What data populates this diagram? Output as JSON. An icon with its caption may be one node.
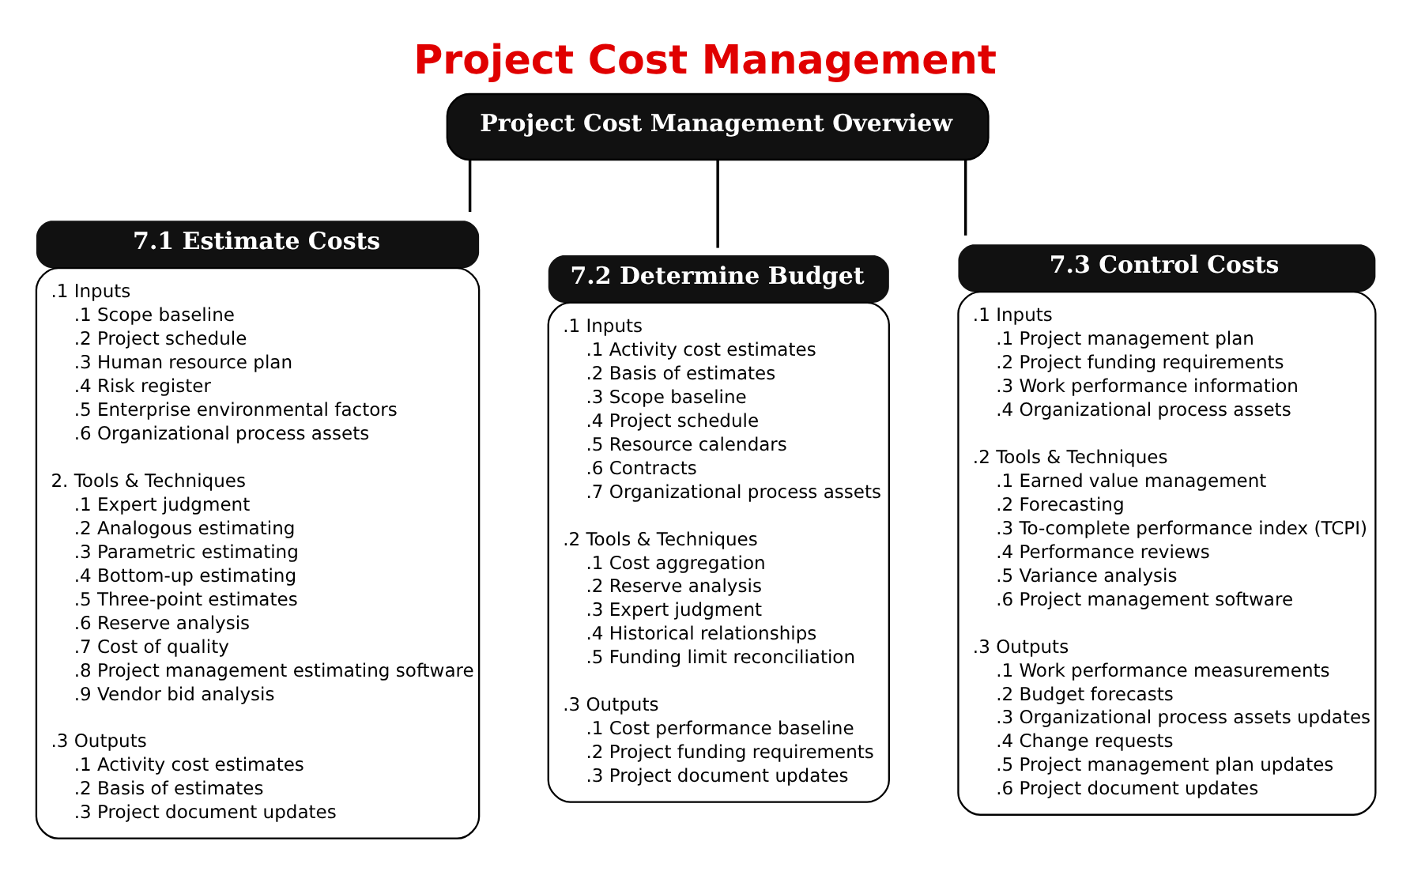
{
  "diagram": {
    "title": "Project Cost Management",
    "nodes": [
      {
        "text": [
          "Project Cost Management Overview"
        ]
      },
      {
        "text": [
          "7.1 Estimate Costs",
          ".1 Inputs",
          ".1 Scope baseline",
          ".2 Project schedule",
          ".3 Human resource plan",
          ".4 Risk register",
          ".5 Enterprise environmental factors",
          ".6 Organizational process assets",
          "2. Tools & Techniques",
          ".1 Expert judgment",
          ".2 Analogous estimating",
          ".3 Parametric estimating",
          ".4 Bottom-up estimating",
          ".5 Three-point estimates",
          ".6 Reserve analysis",
          ".7 Cost of quality",
          ".8 Project management estimating software",
          ".9 Vendor bid analysis",
          ".3 Outputs",
          ".1 Activity cost estimates",
          ".2 Basis of estimates",
          ".3 Project document updates"
        ]
      },
      {
        "text": [
          "7.2 Determine Budget",
          ".1 Inputs",
          ".1 Activity cost estimates",
          ".2 Basis of estimates",
          ".3 Scope baseline",
          ".4 Project schedule",
          ".5 Resource calendars",
          ".6 Contracts",
          ".7 Organizational process assets",
          ".2 Tools & Techniques",
          ".1 Cost aggregation",
          ".2 Reserve analysis",
          ".3 Expert judgment",
          ".4 Historical relationships",
          ".5 Funding limit reconciliation",
          ".3 Outputs",
          ".1 Cost performance baseline",
          ".2 Project funding requirements",
          ".3 Project document updates"
        ]
      },
      {
        "text": [
          "7.3 Control Costs",
          ".1 Inputs",
          ".1 Project management plan",
          ".2 Project funding requirements",
          ".3 Work performance information",
          ".4 Organizational process assets",
          ".2 Tools & Techniques",
          ".1 Earned value management",
          ".2 Forecasting",
          ".3 To-complete performance index (TCPI)",
          ".4 Performance reviews",
          ".5 Variance analysis",
          ".6 Project management software",
          ".3 Outputs",
          ".1 Work performance measurements",
          ".2 Budget forecasts",
          ".3 Organizational process assets updates",
          ".4 Change requests",
          ".5 Project management plan updates",
          ".6 Project document updates"
        ]
      }
    ],
    "edges": [
      {
        "from": 0,
        "to": 1,
        "arrow": "none"
      },
      {
        "from": 0,
        "to": 2,
        "arrow": "none"
      },
      {
        "from": 0,
        "to": 3,
        "arrow": "none"
      }
    ]
  }
}
